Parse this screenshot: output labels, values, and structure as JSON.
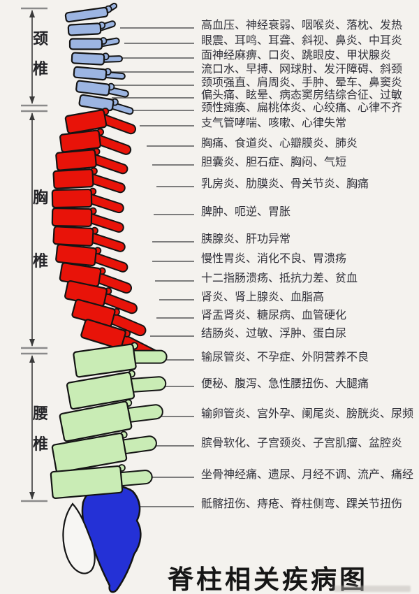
{
  "diagram": {
    "title": "脊柱相关疾病图",
    "regions": [
      {
        "id": "cervical",
        "label": [
          "颈",
          "椎"
        ],
        "color": "#9cb5e2",
        "vertebra_count": 7
      },
      {
        "id": "thoracic",
        "label": [
          "胸",
          "椎"
        ],
        "color": "#e81309",
        "vertebra_count": 12
      },
      {
        "id": "lumbar",
        "label": [
          "腰",
          "椎"
        ],
        "color": "#c9ecb5",
        "vertebra_count": 5
      },
      {
        "id": "sacrum",
        "label": [],
        "color": "#2431d6",
        "vertebra_count": 1
      }
    ],
    "disease_lines": [
      "高血压、神经衰弱、咽喉炎、落枕、发热",
      "眼震、耳鸣、耳聋、斜视、鼻炎、中耳炎",
      "面神经麻痹、口炎、跳眼皮、甲状腺炎",
      "流口水、早搏、网球肘、发汗障碍、斜颈",
      "颈项强直、肩周炎、手肿、晕车、鼻窦炎",
      "偏头痛、眩晕、病态窦房结综合征、过敏",
      "颈性瘫痪、扁桃体炎、心绞痛、心律不齐",
      "支气管哮喘、咳嗽、心律失常",
      "胸痛、食道炎、心瓣膜炎、肺炎",
      "胆囊炎、胆石症、胸闷、气短",
      "乳房炎、肋膜炎、骨关节炎、胸痛",
      "脾肿、呃逆、胃胀",
      "胰腺炎、肝功异常",
      "慢性胃炎、消化不良、胃溃疡",
      "十二指肠溃疡、抵抗力差、贫血",
      "肾炎、肾上腺炎、血脂高",
      "肾盂肾炎、糖尿病、血管硬化",
      "结肠炎、过敏、浮肿、蛋白尿",
      "输尿管炎、不孕症、外阴营养不良",
      "便秘、腹泻、急性腰扭伤、大腿痛",
      "输卵管炎、宫外孕、阑尾炎、膀胱炎、尿频",
      "膑骨软化、子宫颈炎、子宫肌瘤、盆腔炎",
      "坐骨神经痛、遗尿、月经不调、流产、痛经",
      "骶髂扭伤、痔疮、脊柱侧弯、踝关节扭伤"
    ],
    "colors": {
      "background": "#f4f2ee",
      "outline": "#141414",
      "leader_line": "#6b6b6b",
      "dimension_line": "#3a3a3a",
      "tick": "#8a8a8a",
      "text": "#31313a"
    }
  }
}
